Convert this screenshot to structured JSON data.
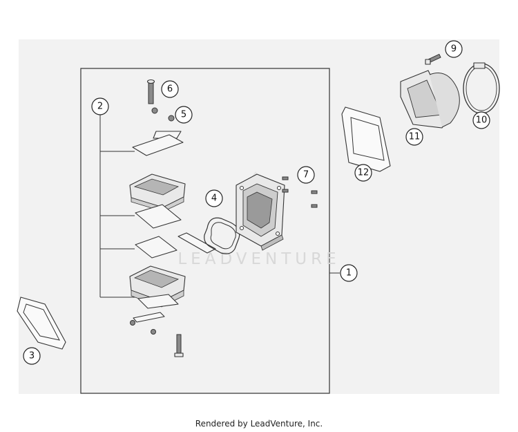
{
  "diagram": {
    "watermark": "LEADVENTURE",
    "callouts": [
      "1",
      "2",
      "3",
      "4",
      "5",
      "6",
      "7",
      "9",
      "10",
      "11",
      "12"
    ]
  },
  "footer": {
    "text": "Rendered by LeadVenture, Inc."
  }
}
